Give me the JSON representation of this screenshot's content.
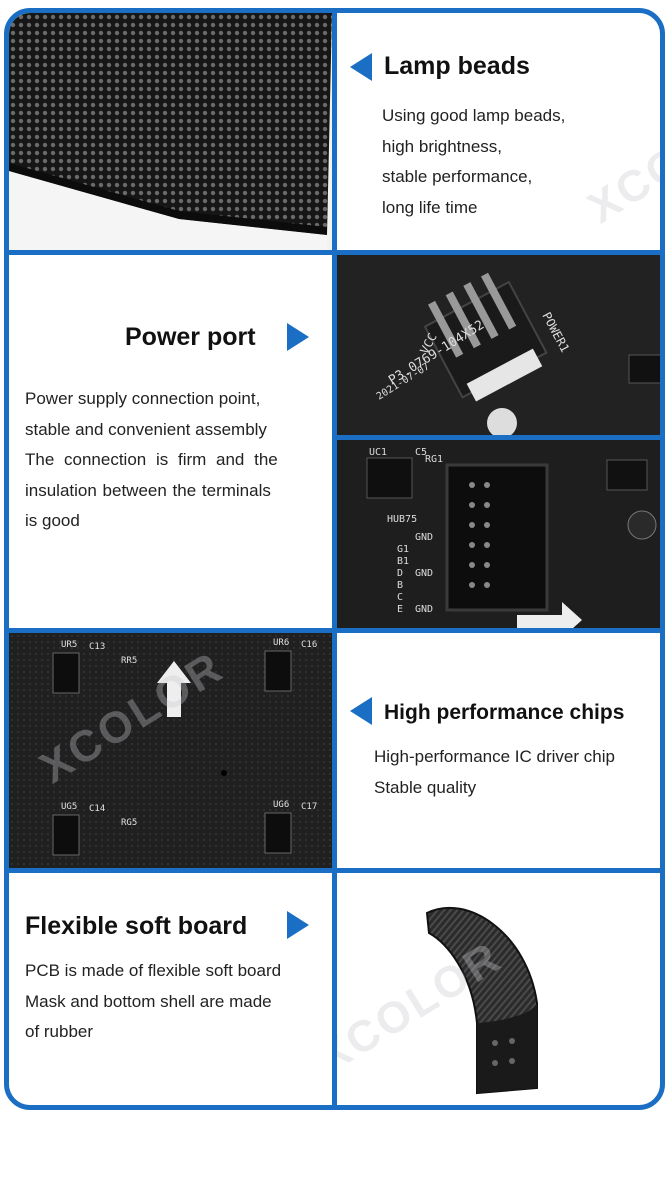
{
  "sections": {
    "lamp": {
      "title": "Lamp beads",
      "lines": [
        "Using good lamp beads,",
        "high brightness,",
        "stable performance,",
        "long life time"
      ]
    },
    "power": {
      "title": "Power port",
      "lines": [
        "Power supply connection point,",
        "stable and convenient assembly",
        "The connection is firm and the",
        "insulation between the terminals",
        "is good"
      ],
      "pcb_labels": [
        "VCC",
        "POWER1",
        "P3.0769-104X52",
        "2021-07-07"
      ]
    },
    "hub": {
      "pcb_labels": [
        "UC1",
        "C5",
        "RG1",
        "HUB75",
        "GND",
        "G1",
        "B1",
        "D",
        "GND",
        "B",
        "C",
        "E",
        "GND"
      ]
    },
    "chips": {
      "title": "High performance chips",
      "lines": [
        "High-performance IC driver chip",
        "Stable quality"
      ],
      "pcb_labels": [
        "UR5",
        "C13",
        "RR5",
        "UR6",
        "C16",
        "UG5",
        "C14",
        "RG5",
        "UG6",
        "C17"
      ]
    },
    "flex": {
      "title": "Flexible soft board",
      "lines": [
        "PCB is made of flexible soft board",
        "Mask and bottom shell are made",
        "of rubber"
      ]
    }
  },
  "watermark": "XCOLOR",
  "colors": {
    "accent": "#1a6fc4",
    "text": "#111111",
    "photo_dark": "#1d1d1d"
  },
  "icons": [
    "triangle-left-icon",
    "triangle-right-icon",
    "arrow-up-icon",
    "arrow-right-icon"
  ]
}
